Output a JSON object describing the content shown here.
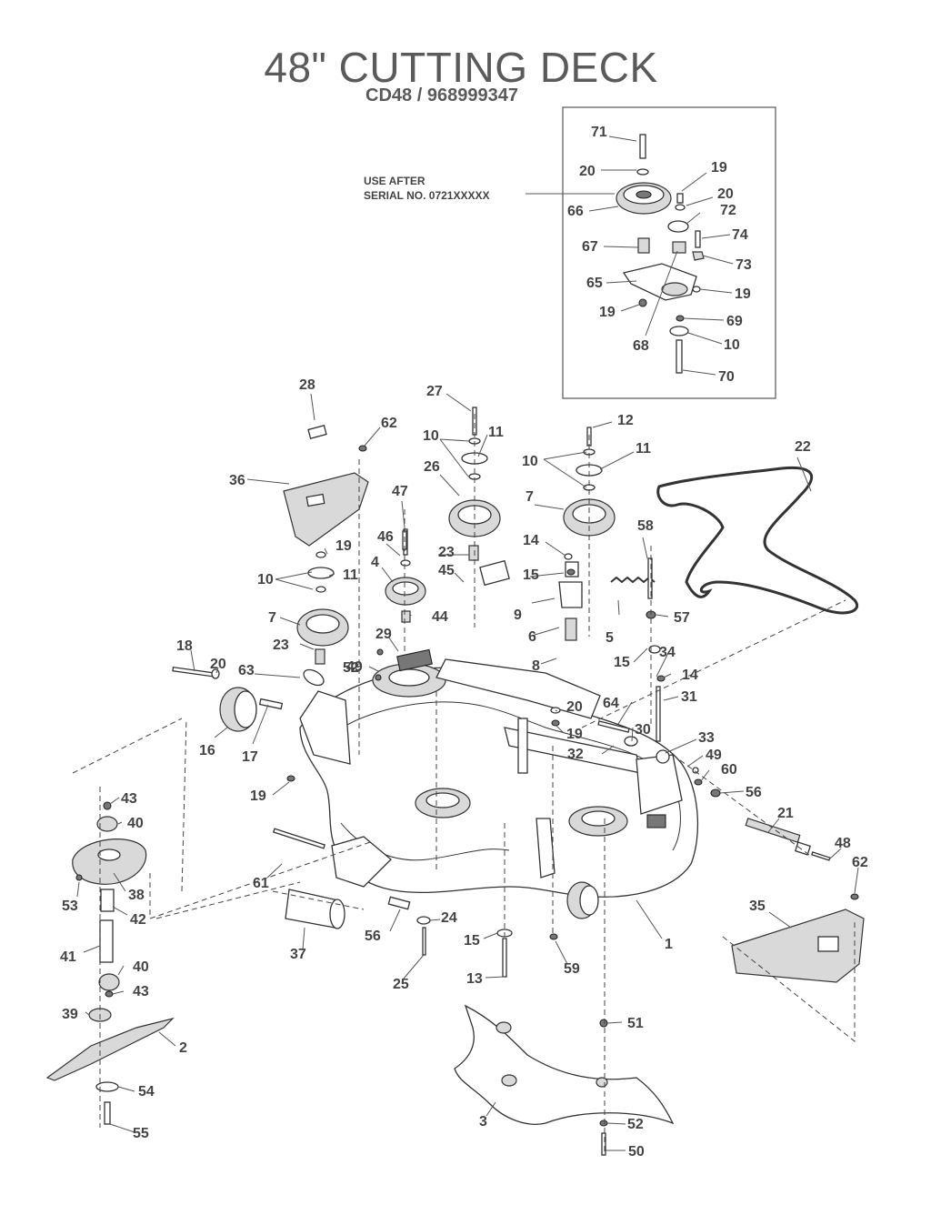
{
  "title": "48\" CUTTING DECK",
  "subtitle": "CD48 / 968999347",
  "serial_note": {
    "line1": "USE AFTER",
    "line2": "SERIAL NO. 0721XXXXX"
  },
  "callouts": {
    "c71": "71",
    "c20a": "20",
    "c19a": "19",
    "c20b": "20",
    "c66": "66",
    "c72": "72",
    "c74": "74",
    "c67": "67",
    "c73": "73",
    "c65": "65",
    "c19b": "19",
    "c19c": "19",
    "c69": "69",
    "c68": "68",
    "c10a": "10",
    "c70": "70",
    "c28": "28",
    "c27": "27",
    "c62a": "62",
    "c12": "12",
    "c11a": "11",
    "c10b": "10",
    "c10c": "10",
    "c11b": "11",
    "c22": "22",
    "c26": "26",
    "c36": "36",
    "c7a": "7",
    "c47": "47",
    "c14a": "14",
    "c58": "58",
    "c46": "46",
    "c19d": "19",
    "c23a": "23",
    "c15a": "15",
    "c10d": "10",
    "c11c": "11",
    "c4": "4",
    "c45": "45",
    "c9": "9",
    "c5": "5",
    "c7b": "7",
    "c44": "44",
    "c57": "57",
    "c6": "6",
    "c23b": "23",
    "c29": "29",
    "c34": "34",
    "c49a": "49",
    "c8": "8",
    "c18": "18",
    "c20c": "20",
    "c52a": "52",
    "c15b": "15",
    "c14b": "14",
    "c63": "63",
    "c31": "31",
    "c20d": "20",
    "c64": "64",
    "c19e": "19",
    "c30": "30",
    "c16": "16",
    "c17": "17",
    "c32": "32",
    "c33": "33",
    "c49b": "49",
    "c60": "60",
    "c43a": "43",
    "c19f": "19",
    "c56a": "56",
    "c40a": "40",
    "c21": "21",
    "c48": "48",
    "c38": "38",
    "c62b": "62",
    "c53": "53",
    "c61": "61",
    "c42": "42",
    "c35": "35",
    "c24": "24",
    "c56b": "56",
    "c15c": "15",
    "c1": "1",
    "c41": "41",
    "c37": "37",
    "c40b": "40",
    "c59": "59",
    "c43b": "43",
    "c25": "25",
    "c13": "13",
    "c39": "39",
    "c51": "51",
    "c2": "2",
    "c54": "54",
    "c3": "3",
    "c52b": "52",
    "c55": "55",
    "c50": "50"
  }
}
